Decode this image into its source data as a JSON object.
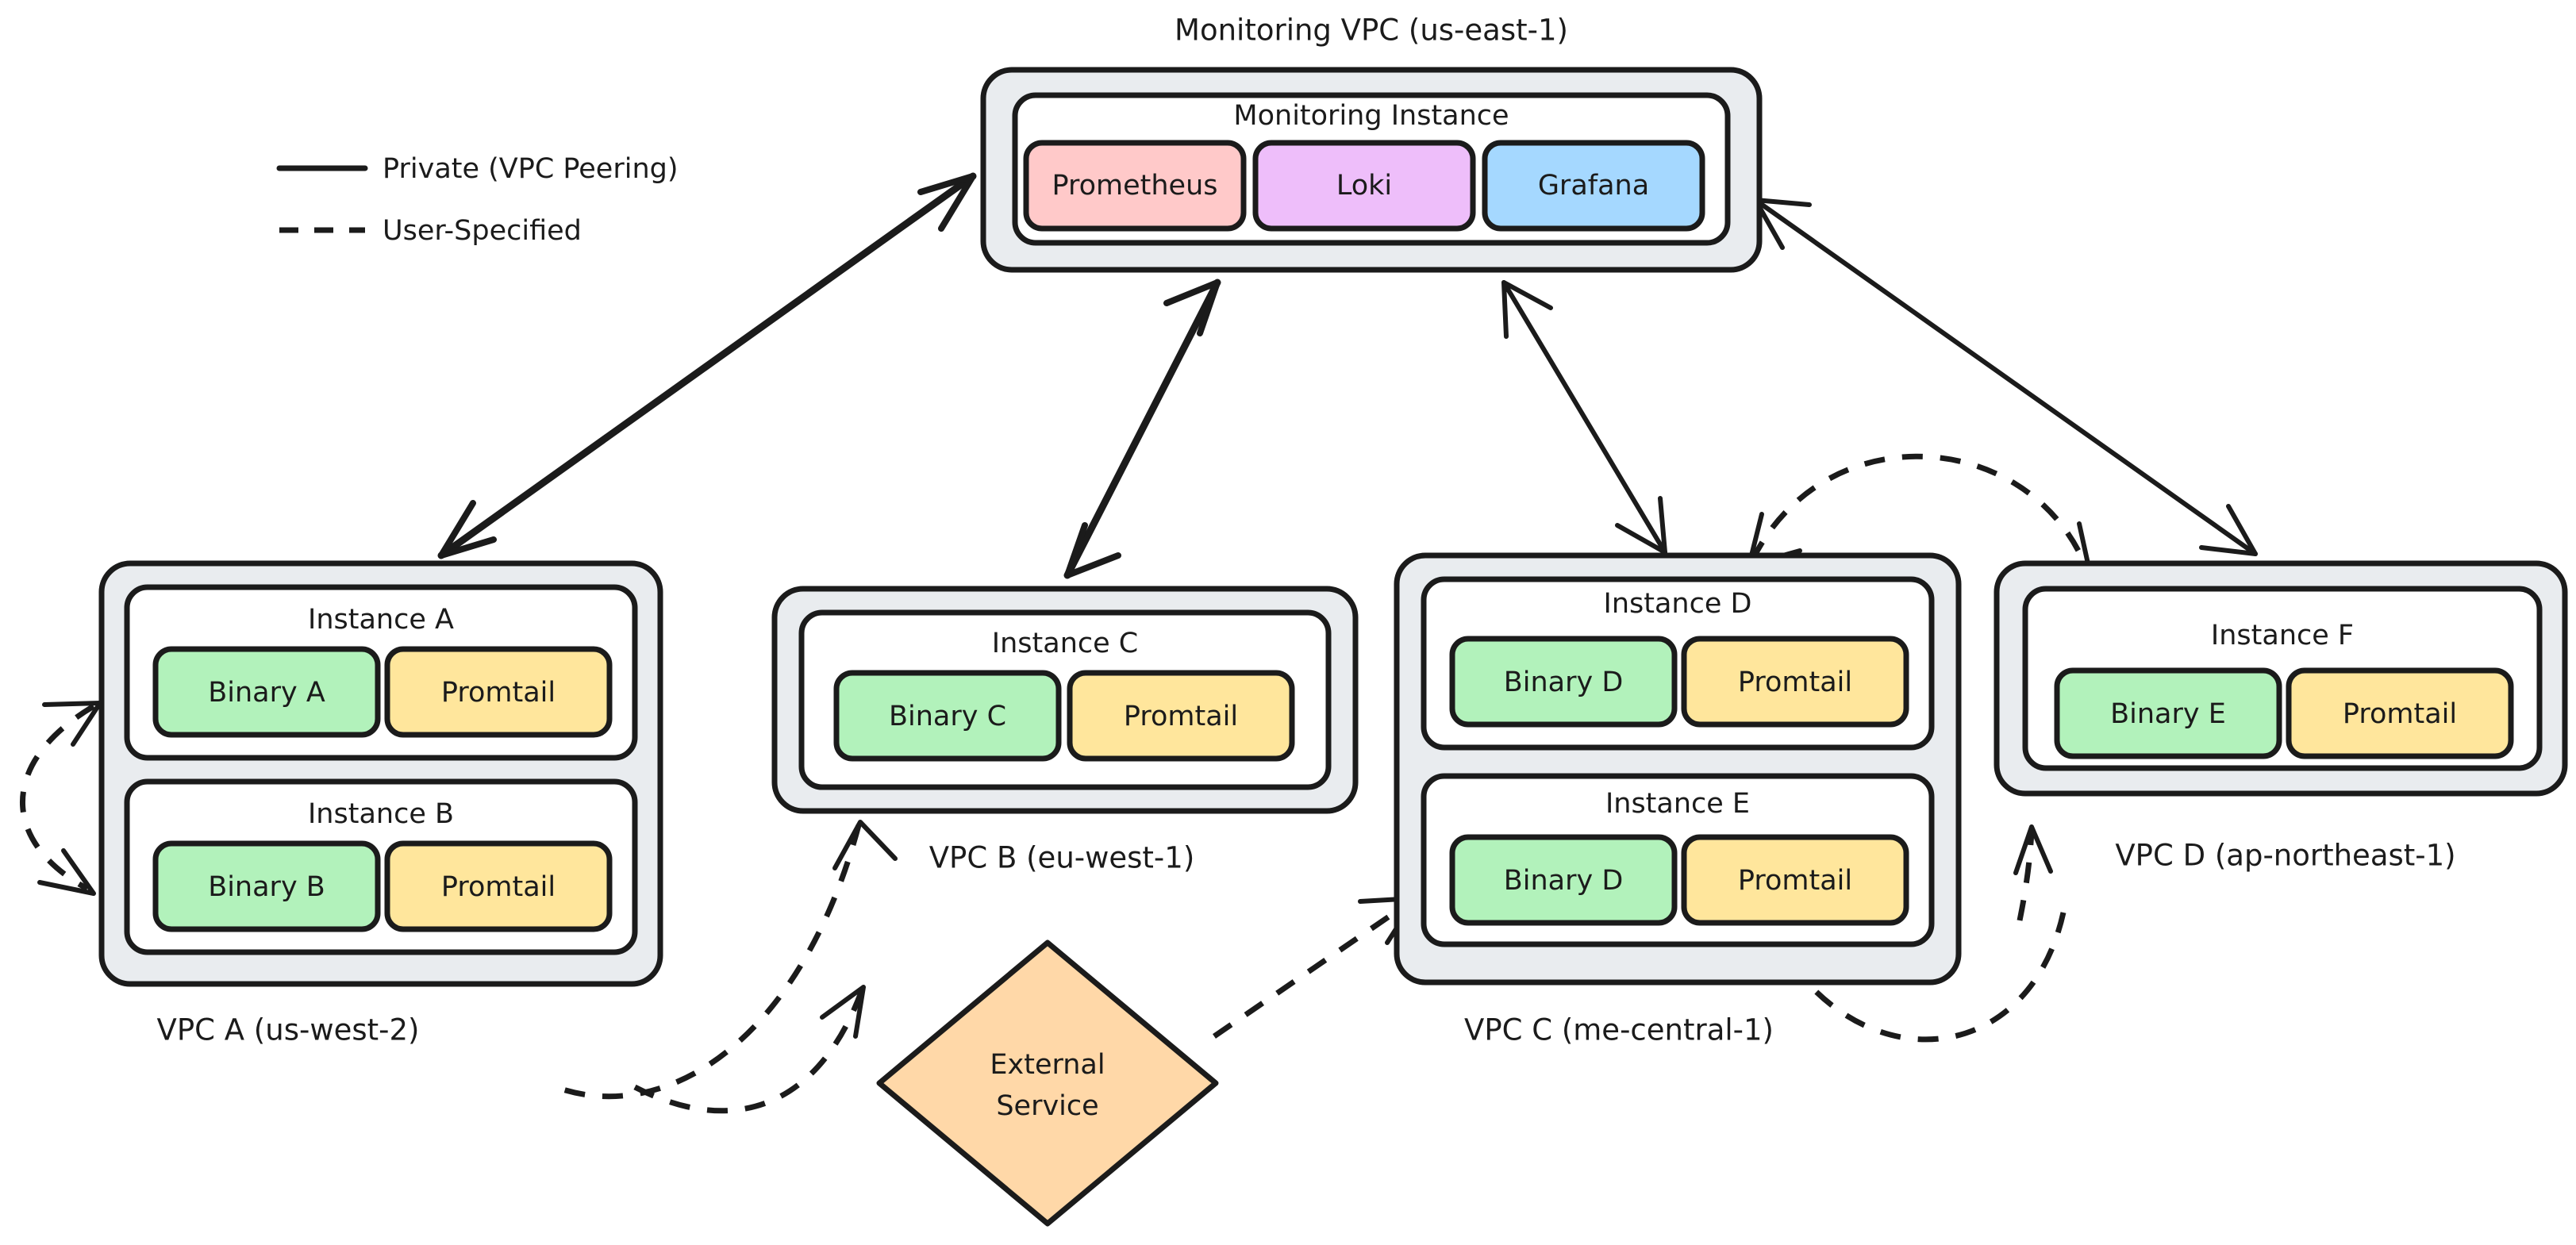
{
  "legend": {
    "items": [
      {
        "style": "solid",
        "label": "Private (VPC Peering)"
      },
      {
        "style": "dashed",
        "label": "User-Specified"
      }
    ]
  },
  "monitoring_vpc": {
    "title": "Monitoring VPC (us-east-1)",
    "instance": {
      "title": "Monitoring Instance",
      "services": [
        {
          "label": "Prometheus",
          "color": "#FFC9C9"
        },
        {
          "label": "Loki",
          "color": "#EEBEFA"
        },
        {
          "label": "Grafana",
          "color": "#A5D8FF"
        }
      ]
    }
  },
  "vpcs": [
    {
      "id": "vpc-a",
      "title": "VPC A (us-west-2)",
      "instances": [
        {
          "title": "Instance A",
          "services": [
            {
              "label": "Binary A",
              "color": "#B2F2BB"
            },
            {
              "label": "Promtail",
              "color": "#FFE69C"
            }
          ]
        },
        {
          "title": "Instance B",
          "services": [
            {
              "label": "Binary B",
              "color": "#B2F2BB"
            },
            {
              "label": "Promtail",
              "color": "#FFE69C"
            }
          ]
        }
      ]
    },
    {
      "id": "vpc-b",
      "title": "VPC B (eu-west-1)",
      "instances": [
        {
          "title": "Instance C",
          "services": [
            {
              "label": "Binary C",
              "color": "#B2F2BB"
            },
            {
              "label": "Promtail",
              "color": "#FFE69C"
            }
          ]
        }
      ]
    },
    {
      "id": "vpc-c",
      "title": "VPC C (me-central-1)",
      "instances": [
        {
          "title": "Instance D",
          "services": [
            {
              "label": "Binary D",
              "color": "#B2F2BB"
            },
            {
              "label": "Promtail",
              "color": "#FFE69C"
            }
          ]
        },
        {
          "title": "Instance E",
          "services": [
            {
              "label": "Binary D",
              "color": "#B2F2BB"
            },
            {
              "label": "Promtail",
              "color": "#FFE69C"
            }
          ]
        }
      ]
    },
    {
      "id": "vpc-d",
      "title": "VPC D (ap-northeast-1)",
      "instances": [
        {
          "title": "Instance F",
          "services": [
            {
              "label": "Binary E",
              "color": "#B2F2BB"
            },
            {
              "label": "Promtail",
              "color": "#FFE69C"
            }
          ]
        }
      ]
    }
  ],
  "external_service": {
    "line1": "External",
    "line2": "Service",
    "color": "#FFD8A8"
  },
  "colors": {
    "stroke": "#1b1b1b",
    "vpc_fill": "#E9ECEF",
    "instance_fill": "#ffffff",
    "binary": "#B2F2BB",
    "promtail": "#FFE69C",
    "prometheus": "#FFC9C9",
    "loki": "#EEBEFA",
    "grafana": "#A5D8FF",
    "external": "#FFD8A8",
    "background": "#ffffff"
  }
}
